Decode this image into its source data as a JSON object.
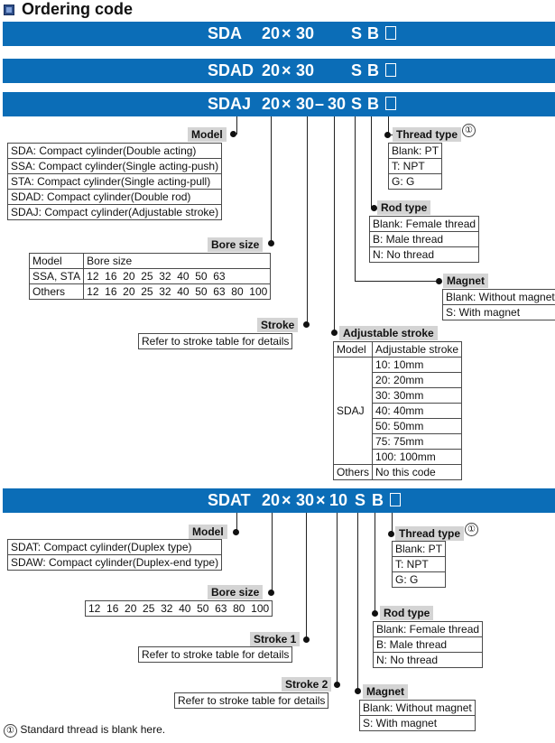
{
  "title": "Ordering code",
  "bar1": {
    "a": "SDA",
    "b": "20",
    "x": "×",
    "c": "30",
    "d": "S",
    "e": "B"
  },
  "bar2": {
    "a": "SDAD",
    "b": "20",
    "x": "×",
    "c": "30",
    "d": "S",
    "e": "B"
  },
  "bar3": {
    "a": "SDAJ",
    "b": "20",
    "x": "×",
    "c": "30",
    "dash": "–",
    "f": "30",
    "d": "S",
    "e": "B"
  },
  "bar4": {
    "a": "SDAT",
    "b": "20",
    "x": "×",
    "c": "30",
    "x2": "×",
    "f": "10",
    "d": "S",
    "e": "B"
  },
  "sec1": {
    "model_label": "Model",
    "models": [
      "SDA: Compact cylinder(Double acting)",
      "SSA: Compact cylinder(Single acting-push)",
      "STA: Compact cylinder(Single acting-pull)",
      "SDAD: Compact cylinder(Double rod)",
      "SDAJ: Compact cylinder(Adjustable stroke)"
    ],
    "thread_label": "Thread type",
    "circle": "①",
    "thread": [
      "Blank: PT",
      "T: NPT",
      "G: G"
    ],
    "rod_label": "Rod type",
    "rod": [
      "Blank: Female thread",
      "B: Male thread",
      "N: No thread"
    ],
    "magnet_label": "Magnet",
    "magnet": [
      "Blank: Without magnet",
      "S: With magnet"
    ],
    "bore_label": "Bore size",
    "bore_header": [
      "Model",
      "Bore size"
    ],
    "bore_rows": [
      [
        "SSA, STA",
        "12  16  20  25  32  40  50  63"
      ],
      [
        "Others",
        "12  16  20  25  32  40  50  63  80  100"
      ]
    ],
    "stroke_label": "Stroke",
    "stroke_text": "Refer to stroke table for details",
    "adj_label": "Adjustable stroke",
    "adj_header": [
      "Model",
      "Adjustable stroke"
    ],
    "adj_model": "SDAJ",
    "adj_values": [
      "10: 10mm",
      "20: 20mm",
      "30: 30mm",
      "40: 40mm",
      "50: 50mm",
      "75: 75mm",
      "100: 100mm"
    ],
    "adj_others": [
      "Others",
      "No this code"
    ]
  },
  "sec2": {
    "model_label": "Model",
    "models": [
      "SDAT: Compact cylinder(Duplex type)",
      "SDAW: Compact cylinder(Duplex-end type)"
    ],
    "thread_label": "Thread type",
    "circle": "①",
    "thread": [
      "Blank: PT",
      "T: NPT",
      "G: G"
    ],
    "bore_label": "Bore size",
    "bore_values": "12  16  20  25  32  40  50  63  80  100",
    "rod_label": "Rod type",
    "rod": [
      "Blank: Female thread",
      "B: Male thread",
      "N: No thread"
    ],
    "stroke1_label": "Stroke 1",
    "stroke1_text": "Refer to stroke table for details",
    "stroke2_label": "Stroke 2",
    "stroke2_text": "Refer to stroke table for details",
    "magnet_label": "Magnet",
    "magnet": [
      "Blank: Without magnet",
      "S: With magnet"
    ]
  },
  "footnote": {
    "circle": "①",
    "text": "Standard thread is blank here."
  },
  "colors": {
    "bar": "#0b6db7",
    "label_bg": "#d4d4d4"
  }
}
